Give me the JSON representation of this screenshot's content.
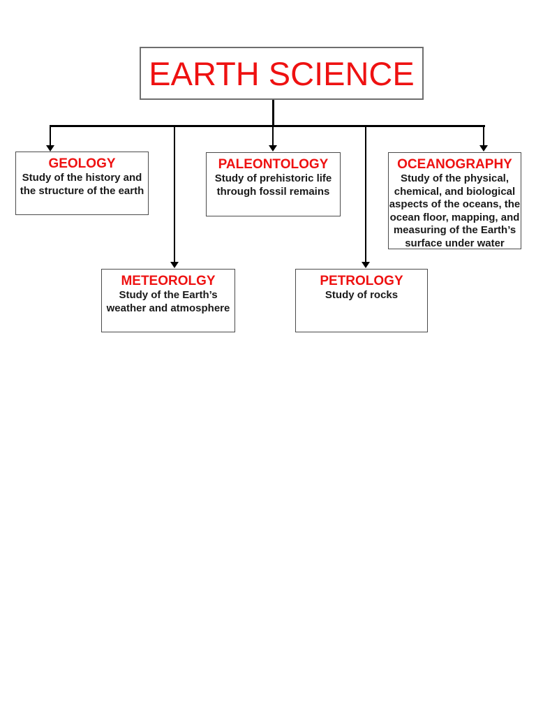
{
  "diagram": {
    "root": {
      "title": "EARTH SCIENCE"
    },
    "nodes": [
      {
        "id": "geology",
        "title": "GEOLOGY",
        "description": "Study of the history and\nthe structure of the earth"
      },
      {
        "id": "paleontology",
        "title": "PALEONTOLOGY",
        "description": "Study of prehistoric life\nthrough fossil remains"
      },
      {
        "id": "oceanography",
        "title": "OCEANOGRAPHY",
        "description": "Study of the physical,\nchemical, and biological\naspects of the oceans, the\nocean floor, mapping, and\nmeasuring of the Earth’s\nsurface under water"
      },
      {
        "id": "meteorolgy",
        "title": "METEOROLGY",
        "description": "Study of the Earth’s\nweather and atmosphere"
      },
      {
        "id": "petrology",
        "title": "PETROLOGY",
        "description": "Study of rocks"
      }
    ],
    "colors": {
      "heading_red": "#ee1111",
      "body_text": "#1a1a1a",
      "connector_line": "#000000",
      "box_border": "#4a4a4a",
      "page_background": "#ffffff"
    }
  }
}
